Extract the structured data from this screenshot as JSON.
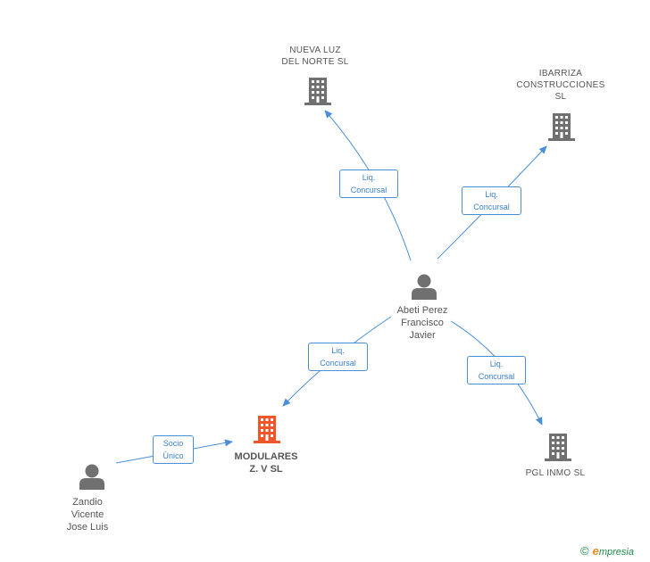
{
  "diagram": {
    "nodes": [
      {
        "id": "nueva",
        "type": "company",
        "label": "NUEVA LUZ\nDEL NORTE SL",
        "color": "#707070"
      },
      {
        "id": "ibarriza",
        "type": "company",
        "label": "IBARRIZA\nCONSTRUCCIONES\nSL",
        "color": "#707070"
      },
      {
        "id": "abeti",
        "type": "person",
        "label": "Abeti Perez\nFrancisco\nJavier",
        "color": "#707070"
      },
      {
        "id": "modulares",
        "type": "company",
        "label": "MODULARES\nZ. V SL",
        "color": "#f0562a",
        "highlight": true
      },
      {
        "id": "pgl",
        "type": "company",
        "label": "PGL INMO SL",
        "color": "#707070"
      },
      {
        "id": "zandio",
        "type": "person",
        "label": "Zandio\nVicente\nJose Luis",
        "color": "#707070"
      }
    ],
    "edges": [
      {
        "id": "e1",
        "from": "abeti",
        "to": "nueva",
        "label": "Liq.\nConcursal"
      },
      {
        "id": "e2",
        "from": "abeti",
        "to": "ibarriza",
        "label": "Liq.\nConcursal"
      },
      {
        "id": "e3",
        "from": "abeti",
        "to": "modulares",
        "label": "Liq.\nConcursal"
      },
      {
        "id": "e4",
        "from": "abeti",
        "to": "pgl",
        "label": "Liq.\nConcursal"
      },
      {
        "id": "e5",
        "from": "zandio",
        "to": "modulares",
        "label": "Socio\nÚnico"
      }
    ],
    "edge_color": "#4a8fd8"
  },
  "footer": {
    "copyright_symbol": "©",
    "brand_initial": "e",
    "brand_rest": "mpresia"
  }
}
